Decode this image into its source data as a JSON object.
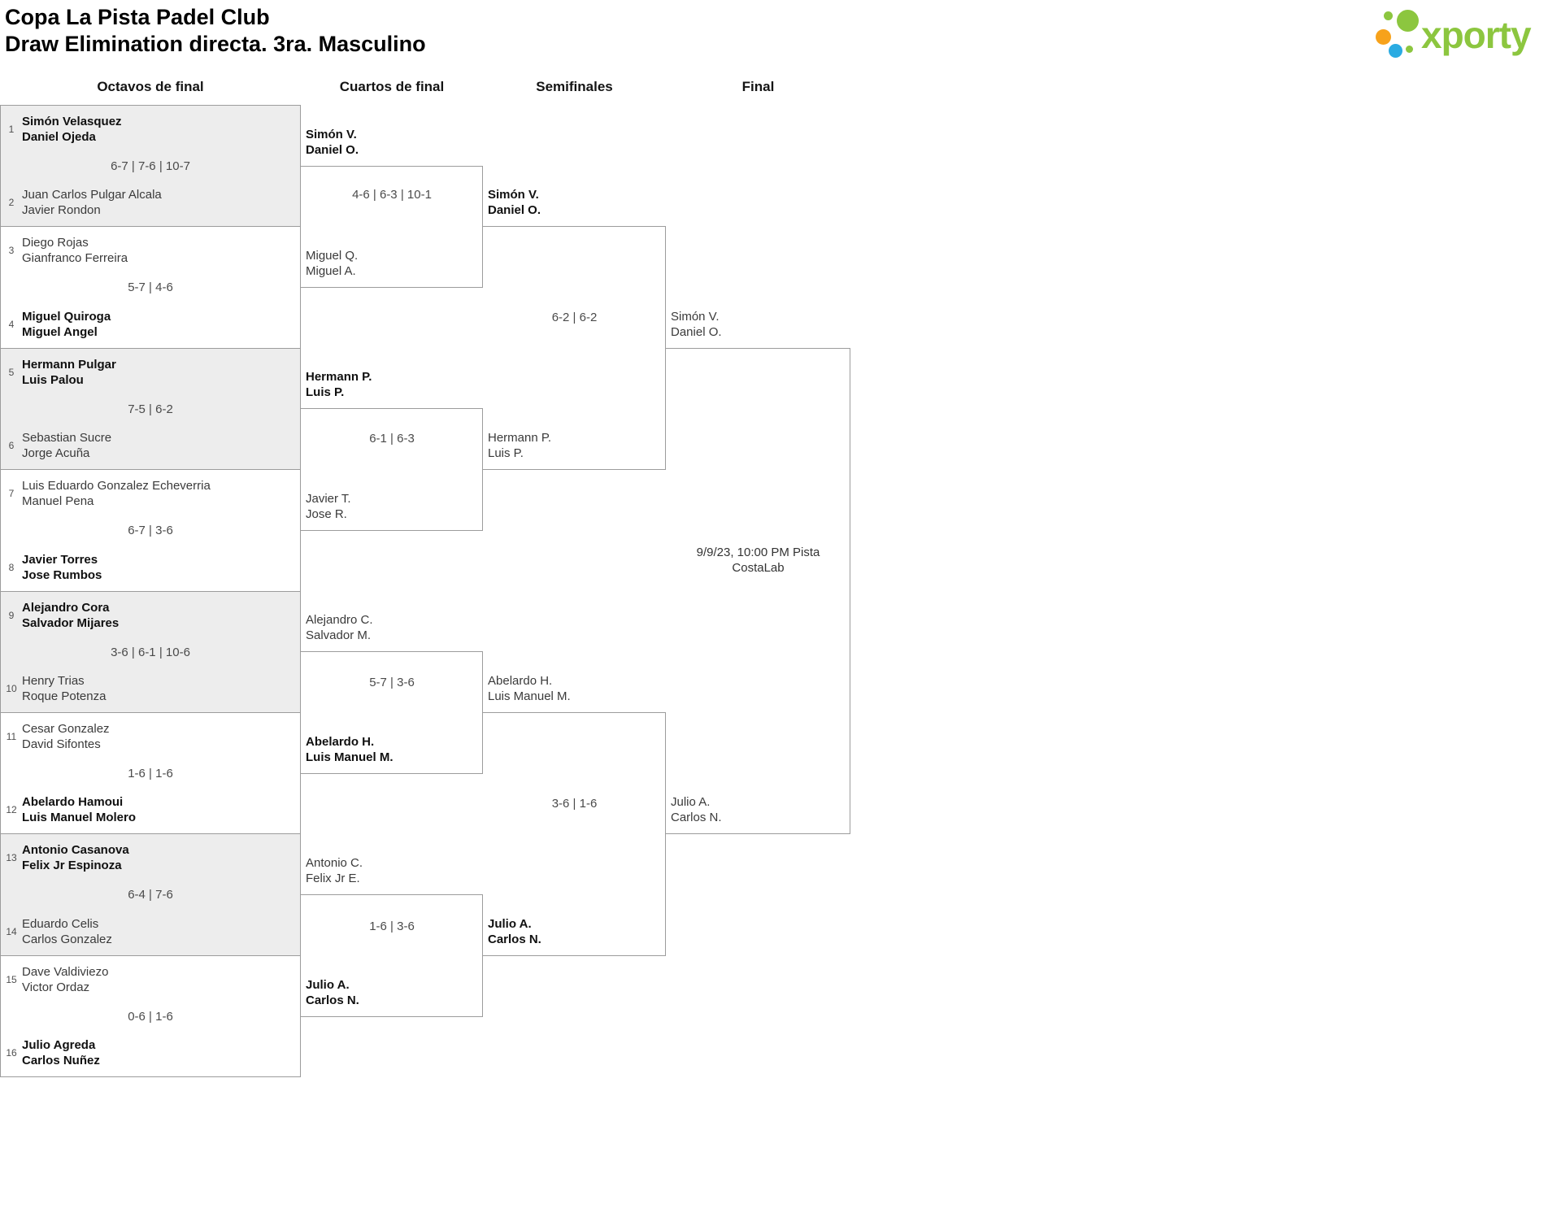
{
  "header": {
    "title": "Copa La Pista Padel Club",
    "subtitle": "Draw Elimination directa. 3ra. Masculino",
    "logo_text": "xporty"
  },
  "round_headers": [
    "Octavos de final",
    "Cuartos de final",
    "Semifinales",
    "Final"
  ],
  "r16": [
    {
      "seed_top": "1",
      "top1": "Simón Velasquez",
      "top2": "Daniel Ojeda",
      "top_bold": true,
      "score": "6-7 | 7-6 | 10-7",
      "seed_bottom": "2",
      "bottom1": "Juan Carlos Pulgar Alcala",
      "bottom2": "Javier Rondon",
      "bottom_bold": false
    },
    {
      "seed_top": "3",
      "top1": "Diego Rojas",
      "top2": "Gianfranco Ferreira",
      "top_bold": false,
      "score": "5-7 | 4-6",
      "seed_bottom": "4",
      "bottom1": "Miguel Quiroga",
      "bottom2": "Miguel Angel",
      "bottom_bold": true
    },
    {
      "seed_top": "5",
      "top1": "Hermann Pulgar",
      "top2": "Luis Palou",
      "top_bold": true,
      "score": "7-5 | 6-2",
      "seed_bottom": "6",
      "bottom1": "Sebastian Sucre",
      "bottom2": "Jorge Acuña",
      "bottom_bold": false
    },
    {
      "seed_top": "7",
      "top1": "Luis Eduardo Gonzalez Echeverria",
      "top2": "Manuel Pena",
      "top_bold": false,
      "score": "6-7 | 3-6",
      "seed_bottom": "8",
      "bottom1": "Javier Torres",
      "bottom2": "Jose Rumbos",
      "bottom_bold": true
    },
    {
      "seed_top": "9",
      "top1": "Alejandro Cora",
      "top2": "Salvador Mijares",
      "top_bold": true,
      "score": "3-6 | 6-1 | 10-6",
      "seed_bottom": "10",
      "bottom1": "Henry Trias",
      "bottom2": "Roque Potenza",
      "bottom_bold": false
    },
    {
      "seed_top": "11",
      "top1": "Cesar Gonzalez",
      "top2": "David Sifontes",
      "top_bold": false,
      "score": "1-6 | 1-6",
      "seed_bottom": "12",
      "bottom1": "Abelardo Hamoui",
      "bottom2": "Luis Manuel Molero",
      "bottom_bold": true
    },
    {
      "seed_top": "13",
      "top1": "Antonio Casanova",
      "top2": "Felix Jr Espinoza",
      "top_bold": true,
      "score": "6-4 | 7-6",
      "seed_bottom": "14",
      "bottom1": "Eduardo Celis",
      "bottom2": "Carlos Gonzalez",
      "bottom_bold": false
    },
    {
      "seed_top": "15",
      "top1": "Dave Valdiviezo",
      "top2": "Victor Ordaz",
      "top_bold": false,
      "score": "0-6 | 1-6",
      "seed_bottom": "16",
      "bottom1": "Julio Agreda",
      "bottom2": "Carlos Nuñez",
      "bottom_bold": true
    }
  ],
  "qf": [
    {
      "top1": "Simón V.",
      "top2": "Daniel O.",
      "top_bold": true,
      "score": "4-6 | 6-3 | 10-1",
      "bottom1": "Miguel Q.",
      "bottom2": "Miguel A.",
      "bottom_bold": false
    },
    {
      "top1": "Hermann P.",
      "top2": "Luis P.",
      "top_bold": true,
      "score": "6-1 | 6-3",
      "bottom1": "Javier T.",
      "bottom2": "Jose R.",
      "bottom_bold": false
    },
    {
      "top1": "Alejandro C.",
      "top2": "Salvador M.",
      "top_bold": false,
      "score": "5-7 | 3-6",
      "bottom1": "Abelardo H.",
      "bottom2": "Luis Manuel M.",
      "bottom_bold": true
    },
    {
      "top1": "Antonio C.",
      "top2": "Felix Jr E.",
      "top_bold": false,
      "score": "1-6 | 3-6",
      "bottom1": "Julio A.",
      "bottom2": "Carlos N.",
      "bottom_bold": true
    }
  ],
  "sf": [
    {
      "top1": "Simón V.",
      "top2": "Daniel O.",
      "top_bold": true,
      "score": "6-2 | 6-2",
      "bottom1": "Hermann P.",
      "bottom2": "Luis P.",
      "bottom_bold": false
    },
    {
      "top1": "Abelardo H.",
      "top2": "Luis Manuel M.",
      "top_bold": false,
      "score": "3-6 | 1-6",
      "bottom1": "Julio A.",
      "bottom2": "Carlos N.",
      "bottom_bold": true
    }
  ],
  "final_match": {
    "top1": "Simón V.",
    "top2": "Daniel O.",
    "top_bold": false,
    "schedule_line1": "9/9/23, 10:00 PM Pista",
    "schedule_line2": "CostaLab",
    "bottom1": "Julio A.",
    "bottom2": "Carlos N.",
    "bottom_bold": false
  },
  "colors": {
    "brand_green": "#8cc63f",
    "brand_orange": "#f7a21b",
    "brand_blue": "#2aabe2",
    "alt_row": "#ededed",
    "border": "#9c9c9c"
  }
}
